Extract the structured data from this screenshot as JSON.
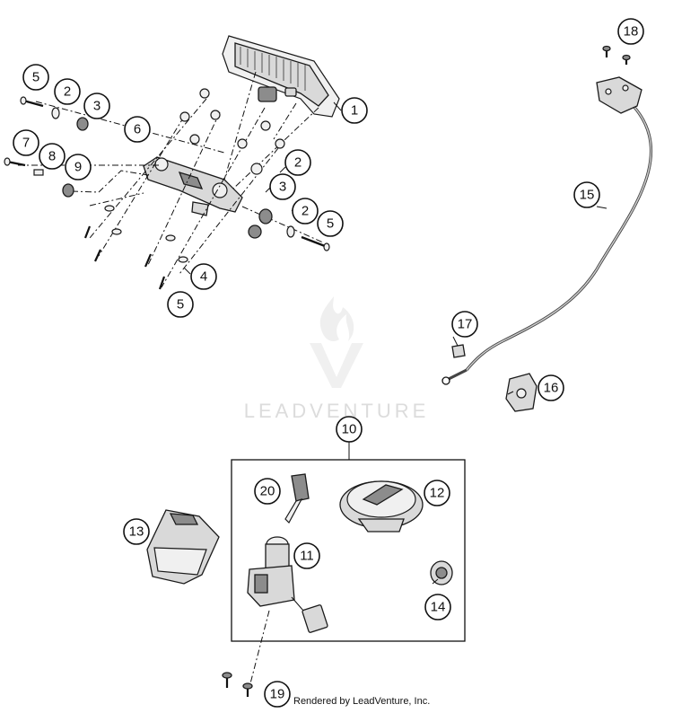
{
  "watermark": {
    "brand": "LEADVENTURE"
  },
  "footer": {
    "credit": "Rendered by LeadVenture, Inc."
  },
  "callouts": [
    "1",
    "2",
    "3",
    "4",
    "5",
    "6",
    "7",
    "8",
    "9",
    "10",
    "11",
    "12",
    "13",
    "14",
    "15",
    "16",
    "17",
    "18",
    "19",
    "20"
  ]
}
